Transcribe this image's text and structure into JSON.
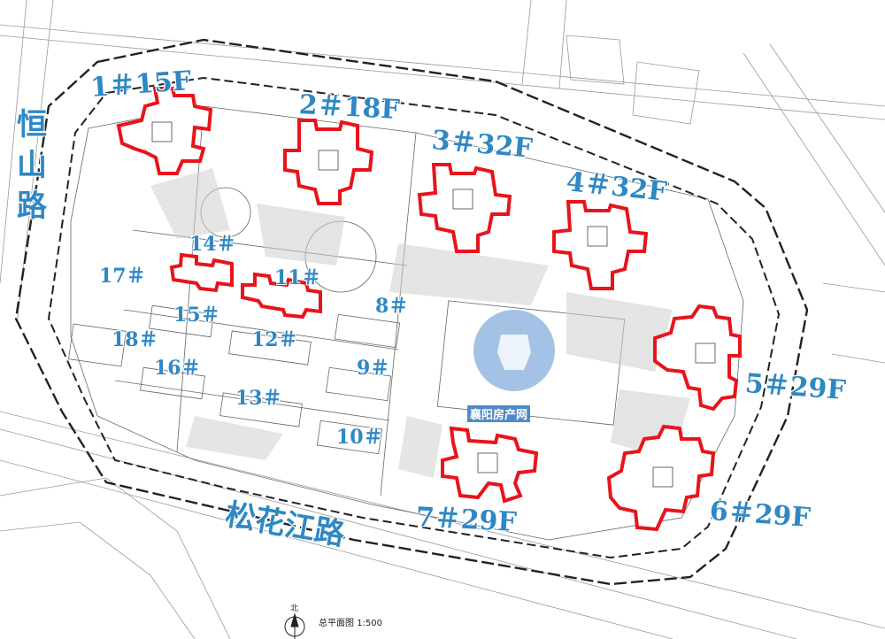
{
  "buildings": [
    {
      "id": "b1",
      "label": "1＃15F"
    },
    {
      "id": "b2",
      "label": "2＃18F"
    },
    {
      "id": "b3",
      "label": "3＃32F"
    },
    {
      "id": "b4",
      "label": "4＃32F"
    },
    {
      "id": "b5",
      "label": "5＃29F"
    },
    {
      "id": "b6",
      "label": "6＃29F"
    },
    {
      "id": "b7",
      "label": "7＃29F"
    }
  ],
  "low_rise": {
    "b8": "8＃",
    "b9": "9＃",
    "b10": "10＃",
    "b11": "11＃",
    "b12": "12＃",
    "b13": "13＃",
    "b14": "14＃",
    "b15": "15＃",
    "b16": "16＃",
    "b17": "17＃",
    "b18": "18＃"
  },
  "roads": {
    "west": "恒山路",
    "south": "松花江路"
  },
  "drawing": {
    "title": "总平面图",
    "scale": "1:500",
    "north": "北",
    "watermark": "襄阳房产网"
  },
  "colors": {
    "highlight": "#e8141b",
    "label": "#2f88c4",
    "linework": "#555555"
  }
}
